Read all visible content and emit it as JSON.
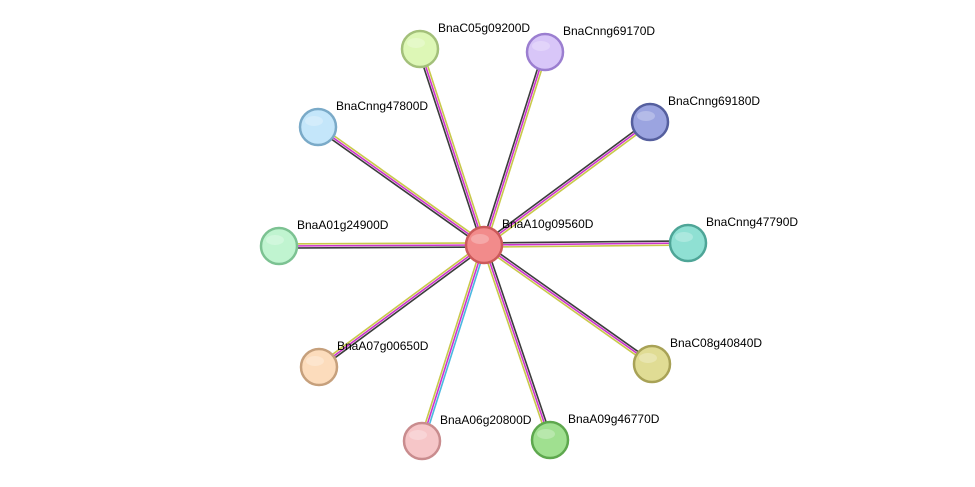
{
  "network": {
    "center": {
      "id": "BnaA10g09560D",
      "label": "BnaA10g09560D",
      "color": "#f28b8b",
      "stroke": "#cc5a5a"
    },
    "nodes": [
      {
        "id": "BnaC05g09200D",
        "label": "BnaC05g09200D",
        "color": "#ddf7b6",
        "stroke": "#a3c07a",
        "edge_colors": [
          "#3c3c3c",
          "#cc33cc",
          "#c8c84a"
        ]
      },
      {
        "id": "BnaCnng69170D",
        "label": "BnaCnng69170D",
        "color": "#d8c6f8",
        "stroke": "#9b7ed0",
        "edge_colors": [
          "#3c3c3c",
          "#cc33cc",
          "#c8c84a"
        ]
      },
      {
        "id": "BnaCnng69180D",
        "label": "BnaCnng69180D",
        "color": "#9ba4e0",
        "stroke": "#555f9e",
        "edge_colors": [
          "#3c3c3c",
          "#cc33cc",
          "#c8c84a"
        ]
      },
      {
        "id": "BnaCnng47790D",
        "label": "BnaCnng47790D",
        "color": "#8fe0d3",
        "stroke": "#4ea597",
        "edge_colors": [
          "#3c3c3c",
          "#cc33cc",
          "#c8c84a"
        ]
      },
      {
        "id": "BnaC08g40840D",
        "label": "BnaC08g40840D",
        "color": "#e0dc94",
        "stroke": "#a8a256",
        "edge_colors": [
          "#3c3c3c",
          "#cc33cc",
          "#c8c84a"
        ]
      },
      {
        "id": "BnaA09g46770D",
        "label": "BnaA09g46770D",
        "color": "#a0e090",
        "stroke": "#5ea84e",
        "edge_colors": [
          "#3c3c3c",
          "#cc33cc",
          "#c8c84a"
        ]
      },
      {
        "id": "BnaA06g20800D",
        "label": "BnaA06g20800D",
        "color": "#f6c6c8",
        "stroke": "#c98c8e",
        "edge_colors": [
          "#4ab8e0",
          "#cc33cc",
          "#c8c84a"
        ]
      },
      {
        "id": "BnaA07g00650D",
        "label": "BnaA07g00650D",
        "color": "#fcdcbc",
        "stroke": "#c6a07c",
        "edge_colors": [
          "#3c3c3c",
          "#cc33cc",
          "#c8c84a"
        ]
      },
      {
        "id": "BnaA01g24900D",
        "label": "BnaA01g24900D",
        "color": "#c0f4d0",
        "stroke": "#7cc292",
        "edge_colors": [
          "#3c3c3c",
          "#cc33cc",
          "#c8c84a"
        ]
      },
      {
        "id": "BnaCnng47800D",
        "label": "BnaCnng47800D",
        "color": "#c4e6fa",
        "stroke": "#7aaac8",
        "edge_colors": [
          "#3c3c3c",
          "#cc33cc",
          "#c8c84a"
        ]
      }
    ]
  }
}
